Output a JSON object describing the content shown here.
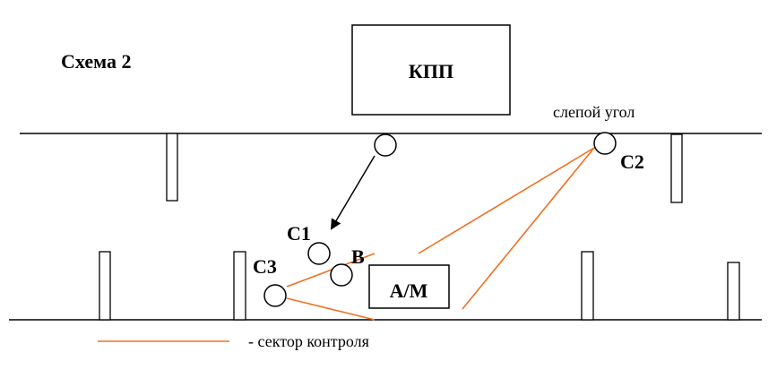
{
  "title": "Схема 2",
  "building": {
    "label": "КПП"
  },
  "vehicle": {
    "label": "А/М"
  },
  "blind_spot": {
    "label": "слепой угол"
  },
  "positions": {
    "c1": "С1",
    "c2": "С2",
    "c3": "С3",
    "b": "В"
  },
  "legend": {
    "label": "- сектор контроля"
  },
  "colors": {
    "sector": "#f07020",
    "stroke": "#000000"
  }
}
